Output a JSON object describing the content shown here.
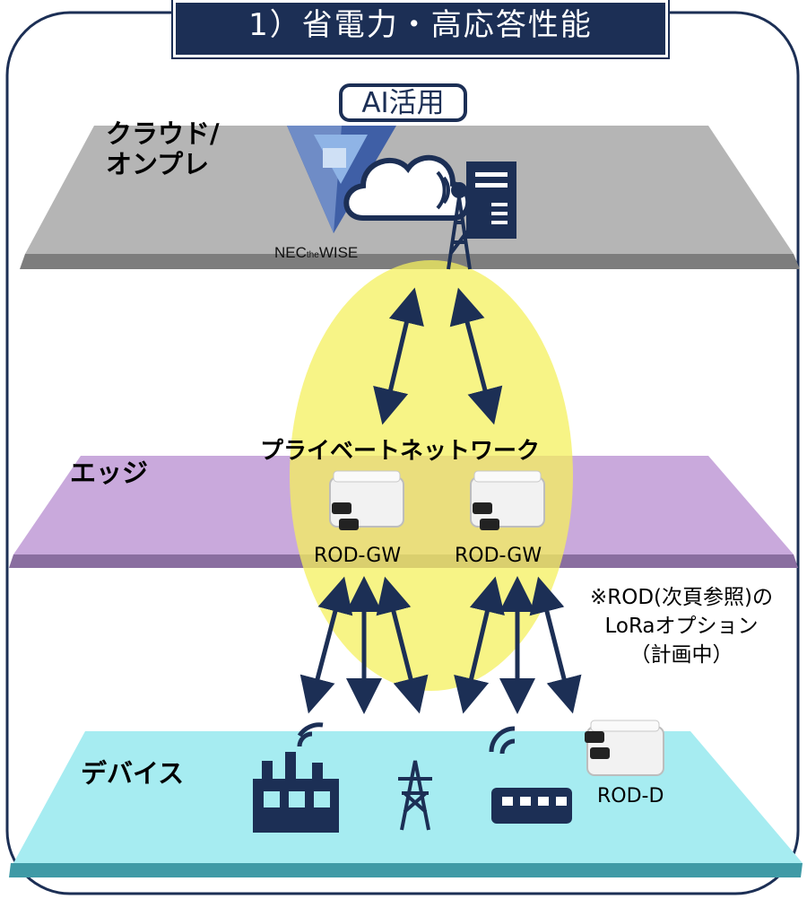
{
  "title": "1）省電力・高応答性能",
  "badge": "AI活用",
  "layers": {
    "cloud": "クラウド/\nオンプレ",
    "edge": "エッジ",
    "device": "デバイス"
  },
  "cloud_brand": {
    "nec": "NEC",
    "the": "the",
    "wise": "WISE"
  },
  "network_label": "プライベートネットワーク",
  "gateways": [
    "ROD-GW",
    "ROD-GW"
  ],
  "device_label": "ROD-D",
  "note": [
    "※ROD(次頁参照)の",
    "LoRaオプション",
    "（計画中）"
  ],
  "colors": {
    "navy": "#1c2f55",
    "cloud_layer": "#b3b3b3",
    "edge_layer": "#c6a8d9",
    "device_layer": "#9fe6ee",
    "ellipse": "#f2ef6a",
    "arrow": "#1c2f55"
  }
}
